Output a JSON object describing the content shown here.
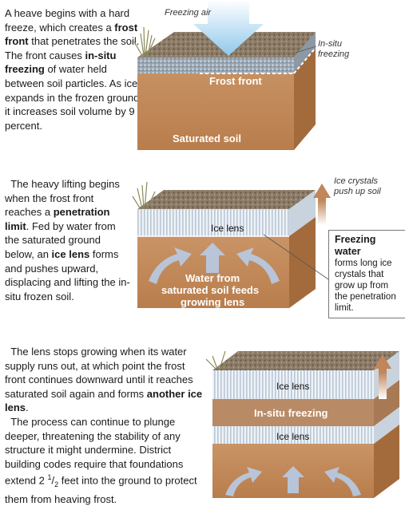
{
  "stage1": {
    "text_a": "A heave begins with a hard freeze, which creates a ",
    "term_a": "frost front",
    "text_b": " that penetrates the soil. The front causes ",
    "term_b": "in-situ freezing",
    "text_c": " of water held between soil particles. As ice expands in the frozen ground, it increases soil volume by 9 percent.",
    "label_air": "Freezing air",
    "label_insitu_1": "In-situ",
    "label_insitu_2": "freezing",
    "label_front": "Frost front",
    "label_soil": "Saturated soil"
  },
  "stage2": {
    "text_a": "The heavy lifting begins when the frost front reaches a ",
    "term_a": "penetration limit",
    "text_b": ". Fed by water from the saturated ground below, an ",
    "term_b": "ice lens",
    "text_c": " forms and pushes upward, displacing and lifting the in-situ frozen soil.",
    "label_crystals_1": "Ice crystals",
    "label_crystals_2": "push up soil",
    "label_lens": "Ice lens",
    "label_water_1": "Water from",
    "label_water_2": "saturated soil feeds",
    "label_water_3": "growing lens",
    "callout_title": "Freezing water",
    "callout_body": "forms long ice crystals that grow up from the penetration limit."
  },
  "stage3": {
    "text_a": "The lens stops growing when its water supply runs out, at which point the frost front continues downward until it reaches saturated soil again and forms ",
    "term_a": "another ice lens",
    "text_b": ".",
    "text_c": "The process can continue to plunge deeper, threatening the stability of any structure it might undermine. District building codes require that foundations extend 2 ",
    "frac_num": "1",
    "frac_den": "2",
    "text_d": " feet into the ground to protect them from heaving frost.",
    "label_lens_top": "Ice lens",
    "label_insitu": "In-situ freezing",
    "label_lens_bottom": "Ice lens"
  },
  "colors": {
    "soil_front": "#c3895a",
    "soil_side": "#a8703f",
    "soil_top": "#8a7a66",
    "ice": "#dfe9f3",
    "arrow_blue": "#b7cbe6",
    "arrow_brown": "#c1865a",
    "air_arrow": "#a7d4ef"
  }
}
